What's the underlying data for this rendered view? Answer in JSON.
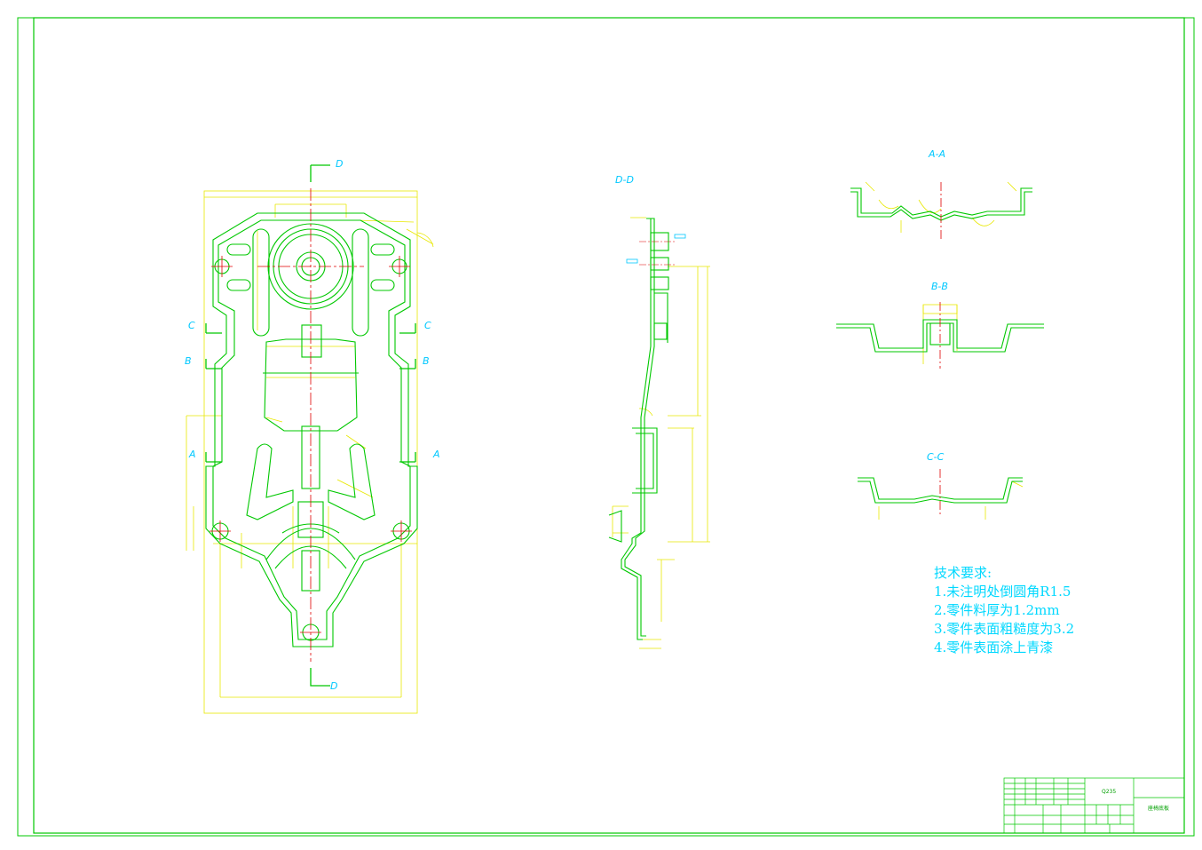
{
  "view_labels": {
    "main_top": "D",
    "main_bottom": "D",
    "left_c": "C",
    "right_c": "C",
    "left_b": "B",
    "right_b": "B",
    "left_a": "A",
    "right_a": "A",
    "side_view": "D-D",
    "section_aa": "A-A",
    "section_bb": "B-B",
    "section_cc": "C-C"
  },
  "technical_requirements": {
    "heading": "技术要求:",
    "items": [
      "1.未注明处倒圆角R1.5",
      "2.零件料厚为1.2mm",
      "3.零件表面粗糙度为3.2",
      "4.零件表面涂上青漆"
    ]
  },
  "title_block": {
    "material": "Q235",
    "drawing_name": "座椅底板"
  },
  "colors": {
    "frame": "#00c800",
    "outline": "#00c800",
    "dimension": "#e8e800",
    "center_line": "#e00000",
    "label": "#00c8ff",
    "text": "#00d8ff"
  }
}
